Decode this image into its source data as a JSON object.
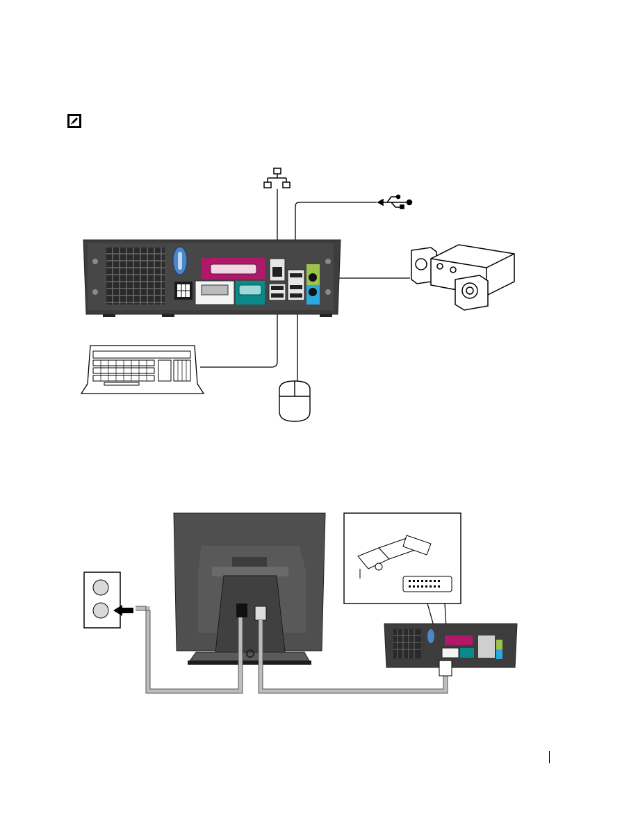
{
  "page": {
    "note_icon": "note-pencil-icon",
    "colors": {
      "chassis": "#4a4a4a",
      "chassis_dark": "#2e2e2e",
      "parallel_port": "#b0186a",
      "vga_port": "#0a8a8a",
      "audio_line_out": "#9ec24a",
      "audio_line_in": "#2aa8e0",
      "monitor": "#4f4f4f",
      "cable": "#cfcfcf"
    }
  },
  "top_diagram": {
    "icons": [
      "network-icon",
      "usb-icon"
    ],
    "devices": [
      "computer-back-panel",
      "speakers",
      "keyboard",
      "mouse"
    ]
  },
  "bottom_diagram": {
    "devices": [
      "monitor-back",
      "wall-outlet",
      "dvi-connector-callout",
      "computer-back-panel-small"
    ]
  }
}
